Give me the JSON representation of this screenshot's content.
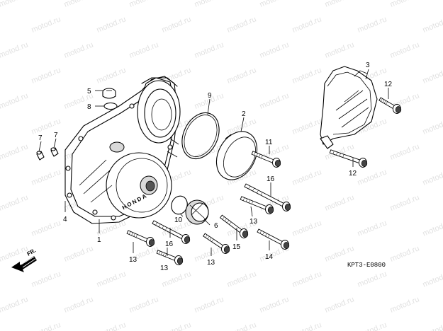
{
  "watermark": "motod.ru",
  "diagram_code": "KPT3-E0800",
  "direction_label": "FR.",
  "cover_marking": "HONDA",
  "callouts": {
    "p1": "1",
    "p2": "2",
    "p3": "3",
    "p4": "4",
    "p5": "5",
    "p6": "6",
    "p7a": "7",
    "p7b": "7",
    "p8": "8",
    "p9": "9",
    "p10": "10",
    "p11": "11",
    "p12a": "12",
    "p12b": "12",
    "p13a": "13",
    "p13b": "13",
    "p13c": "13",
    "p13d": "13",
    "p14": "14",
    "p15": "15",
    "p16a": "16",
    "p16b": "16"
  }
}
